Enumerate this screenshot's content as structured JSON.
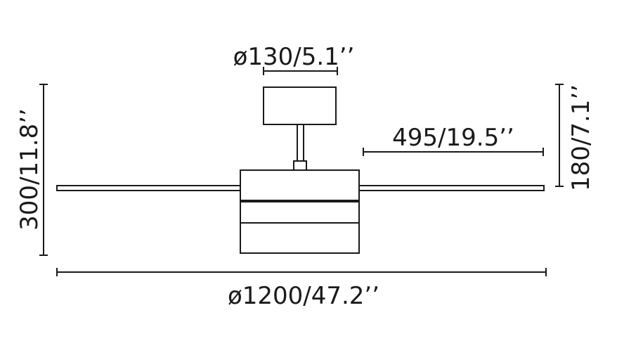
{
  "dimensions": {
    "canopy_diameter": "ø130/5.1’’",
    "blade_length": "495/19.5’’",
    "overall_diameter": "ø1200/47.2’’",
    "total_height": "300/11.8’’",
    "canopy_drop": "180/7.1’’"
  },
  "colors": {
    "line": "#1a1a1a",
    "background": "#ffffff"
  }
}
